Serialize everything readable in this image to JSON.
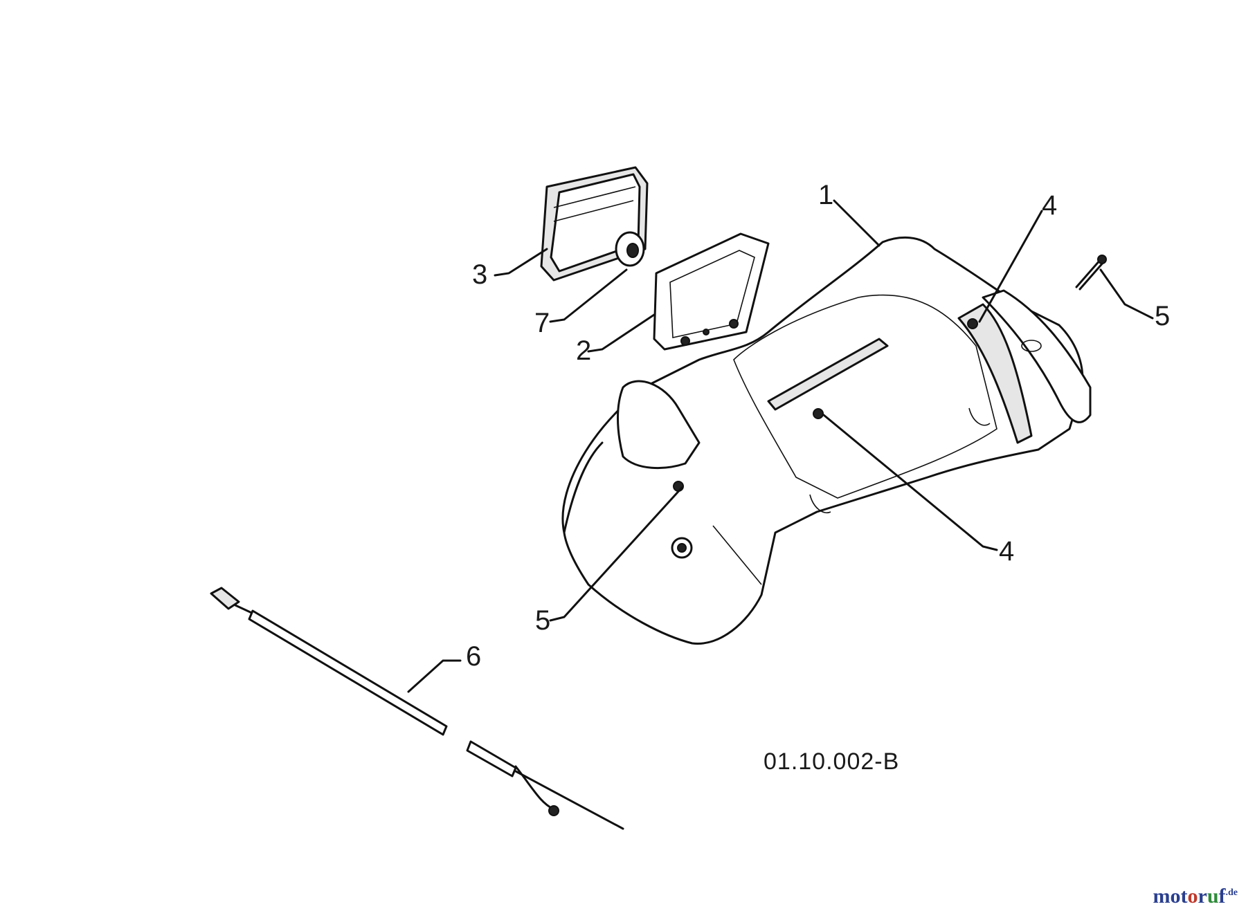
{
  "diagram": {
    "drawing_code": "01.10.002-B",
    "callouts": [
      {
        "id": "c1",
        "text": "1"
      },
      {
        "id": "c2",
        "text": "2"
      },
      {
        "id": "c3",
        "text": "3"
      },
      {
        "id": "c4a",
        "text": "4"
      },
      {
        "id": "c4b",
        "text": "4"
      },
      {
        "id": "c5a",
        "text": "5"
      },
      {
        "id": "c5b",
        "text": "5"
      },
      {
        "id": "c6",
        "text": "6"
      },
      {
        "id": "c7",
        "text": "7"
      }
    ]
  },
  "watermark": {
    "parts": [
      {
        "text": "mot",
        "color": "#2a3f8f"
      },
      {
        "text": "o",
        "color": "#c0392b"
      },
      {
        "text": "r",
        "color": "#2a3f8f"
      },
      {
        "text": "u",
        "color": "#2e8b3a"
      },
      {
        "text": "f",
        "color": "#2a3f8f"
      },
      {
        "text": ".de",
        "color": "#2a3f8f"
      }
    ]
  }
}
